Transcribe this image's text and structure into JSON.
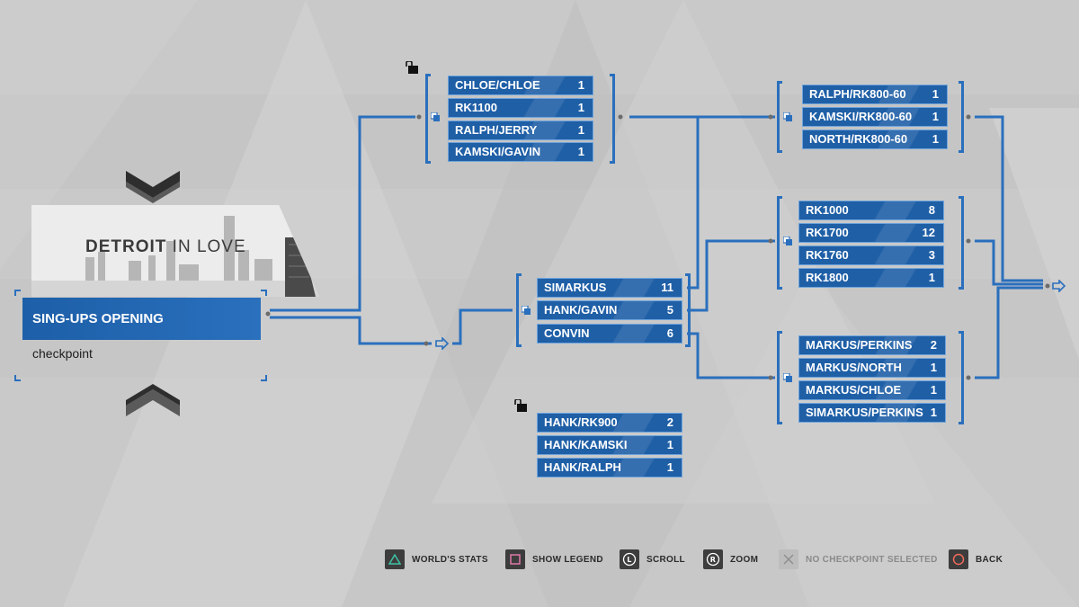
{
  "chapter": {
    "banner_title_bold": "DETROIT",
    "banner_title_light": "IN LOVE",
    "name": "SING-UPS OPENING",
    "checkpoint_label": "checkpoint"
  },
  "colors": {
    "node_fill": "#1f5fa6",
    "line": "#2a6fbd",
    "background": "#c9c9c9"
  },
  "nodes": {
    "top_left": [
      {
        "label": "CHLOE/CHLOE",
        "count": "1"
      },
      {
        "label": "RK1100",
        "count": "1"
      },
      {
        "label": "RALPH/JERRY",
        "count": "1"
      },
      {
        "label": "KAMSKI/GAVIN",
        "count": "1"
      }
    ],
    "middle": [
      {
        "label": "SIMARKUS",
        "count": "11"
      },
      {
        "label": "HANK/GAVIN",
        "count": "5"
      },
      {
        "label": "CONVIN",
        "count": "6"
      }
    ],
    "locked_bottom": [
      {
        "label": "HANK/RK900",
        "count": "2"
      },
      {
        "label": "HANK/KAMSKI",
        "count": "1"
      },
      {
        "label": "HANK/RALPH",
        "count": "1"
      }
    ],
    "right_top": [
      {
        "label": "RALPH/RK800-60",
        "count": "1"
      },
      {
        "label": "KAMSKI/RK800-60",
        "count": "1"
      },
      {
        "label": "NORTH/RK800-60",
        "count": "1"
      }
    ],
    "right_mid": [
      {
        "label": "RK1000",
        "count": "8"
      },
      {
        "label": "RK1700",
        "count": "12"
      },
      {
        "label": "RK1760",
        "count": "3"
      },
      {
        "label": "RK1800",
        "count": "1"
      }
    ],
    "right_bottom": [
      {
        "label": "MARKUS/PERKINS",
        "count": "2"
      },
      {
        "label": "MARKUS/NORTH",
        "count": "1"
      },
      {
        "label": "MARKUS/CHLOE",
        "count": "1"
      },
      {
        "label": "SIMARKUS/PERKINS",
        "count": "1"
      }
    ]
  },
  "footer": {
    "worlds_stats": "WORLD'S STATS",
    "show_legend": "SHOW LEGEND",
    "scroll": "SCROLL",
    "zoom": "ZOOM",
    "no_checkpoint": "NO CHECKPOINT SELECTED",
    "back": "BACK"
  },
  "icons": [
    "chevron-down-icon",
    "chevron-up-icon",
    "lock-icon",
    "arrow-right-icon",
    "triangle-button-icon",
    "square-button-icon",
    "l-stick-icon",
    "r-stick-icon",
    "cross-button-icon",
    "circle-button-icon"
  ]
}
